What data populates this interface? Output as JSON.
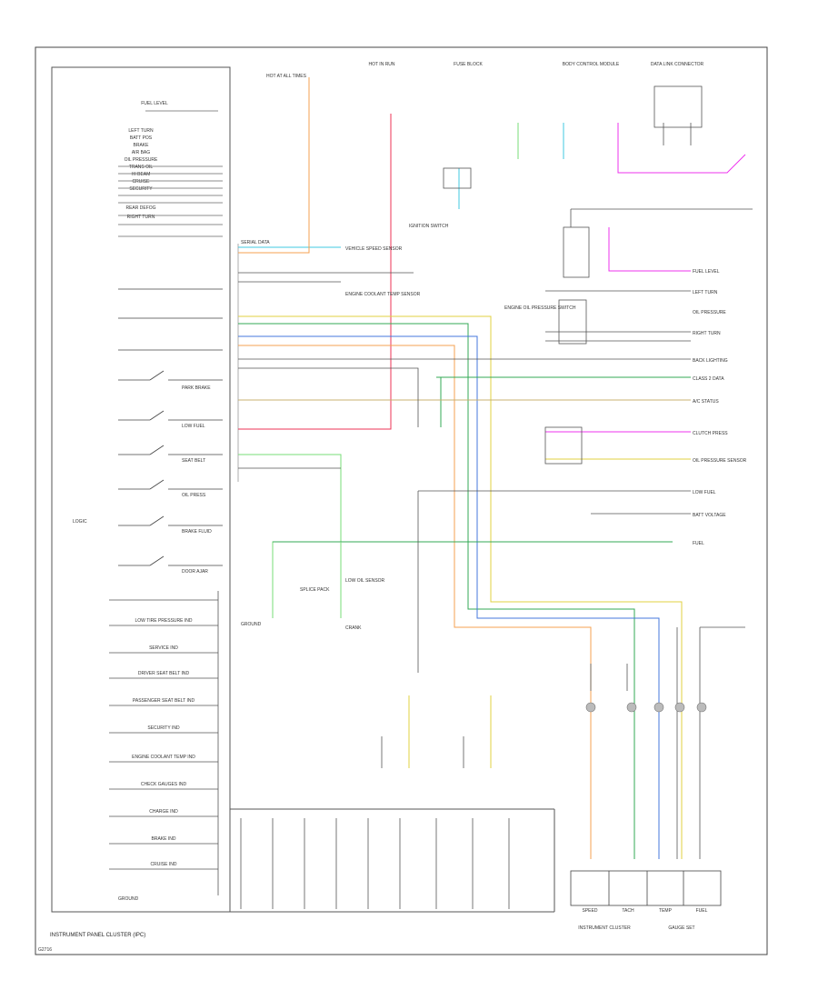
{
  "diagram": {
    "footer_label": "INSTRUMENT PANEL CLUSTER (IPC)",
    "corner_label": "G2716",
    "cluster_left_labels": [
      "FUEL LEVEL",
      "LEFT TURN",
      "BATT POS",
      "BRAKE",
      "AIR BAG",
      "OIL PRESSURE",
      "TRANS OIL",
      "HI BEAM",
      "CRUISE",
      "SECURITY",
      "REAR DEFOG",
      "RIGHT TURN"
    ],
    "switch_labels": [
      "PARK BRAKE",
      "LOW FUEL",
      "SEAT BELT",
      "OIL PRESS",
      "BRAKE FLUID",
      "DOOR AJAR"
    ],
    "warning_labels": [
      "LOW TIRE PRESSURE IND",
      "SERVICE IND",
      "DRIVER SEAT BELT IND",
      "PASSENGER SEAT BELT IND",
      "SECURITY IND",
      "ENGINE COOLANT TEMP IND",
      "CHECK GAUGES IND",
      "CHARGE IND",
      "BRAKE IND",
      "CRUISE IND"
    ],
    "bottom_left_label": "GROUND",
    "left_side_label": "LOGIC",
    "bus_label": "SERIAL DATA",
    "top_labels": [
      "HOT AT ALL TIMES",
      "HOT IN RUN",
      "FUSE BLOCK",
      "BODY CONTROL MODULE",
      "DATA LINK CONNECTOR"
    ],
    "right_labels": [
      "FUEL LEVEL",
      "LEFT TURN",
      "OIL PRESSURE",
      "RIGHT TURN",
      "BACK LIGHTING",
      "CLASS 2 DATA",
      "A/C STATUS",
      "CLUTCH PRESS",
      "OIL PRESSURE SENSOR",
      "LOW FUEL",
      "BATT VOLTAGE",
      "FUEL"
    ],
    "bottom_right_labels": [
      "SPEED",
      "TACH",
      "TEMP",
      "FUEL"
    ],
    "bottom_right_group_labels": [
      "INSTRUMENT CLUSTER",
      "GAUGE SET"
    ],
    "middle_labels": [
      "VEHICLE SPEED SENSOR",
      "ENGINE COOLANT TEMP SENSOR",
      "IGNITION SWITCH",
      "ENGINE OIL PRESSURE SWITCH"
    ],
    "lower_mid_labels": [
      "GROUND",
      "SPLICE PACK",
      "LOW OIL SENSOR",
      "CRANK"
    ],
    "colors": {
      "cyan": "#40c8e0",
      "orange": "#f5a050",
      "red": "#ee3355",
      "magenta": "#ee33ee",
      "green": "#33aa55",
      "blue": "#4477dd",
      "yellow": "#e0d040",
      "lightgreen": "#77dd77",
      "tan": "#c8b070",
      "black": "#555555"
    }
  }
}
